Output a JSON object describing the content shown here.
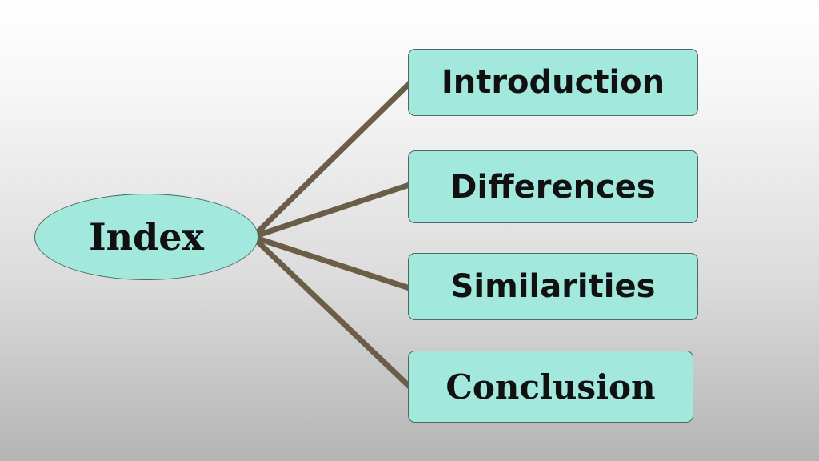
{
  "diagram": {
    "hub": {
      "label": "Index",
      "fill_color": "#a3e8dc"
    },
    "branches": [
      {
        "label": "Introduction"
      },
      {
        "label": "Differences"
      },
      {
        "label": "Similarities"
      },
      {
        "label": "Conclusion"
      }
    ],
    "connector_color": "#6b5e48",
    "node_border_color": "#4c6a64"
  }
}
